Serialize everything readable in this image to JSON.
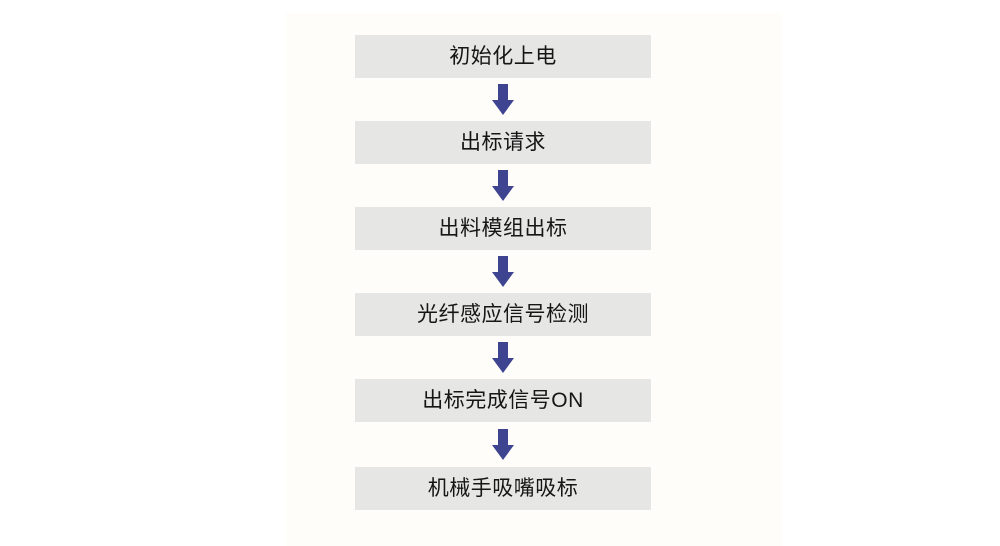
{
  "diagram": {
    "type": "flowchart",
    "orientation": "vertical-top-to-bottom",
    "title": "",
    "panel_background_color": "#fffdf9",
    "page_background_color": "#ffffff",
    "node_fill_color": "#e6e6e5",
    "node_text_color": "#161616",
    "arrow_color": "#3e4490",
    "arrow_icon_name": "down-block-arrow-icon",
    "node_count": 6,
    "arrow_count": 5,
    "nodes": [
      {
        "id": "step-1",
        "label": "初始化上电"
      },
      {
        "id": "step-2",
        "label": "出标请求"
      },
      {
        "id": "step-3",
        "label": "出料模组出标"
      },
      {
        "id": "step-4",
        "label": "光纤感应信号检测"
      },
      {
        "id": "step-5",
        "label": "出标完成信号ON"
      },
      {
        "id": "step-6",
        "label": "机械手吸嘴吸标"
      }
    ],
    "edges": [
      {
        "from": "step-1",
        "to": "step-2"
      },
      {
        "from": "step-2",
        "to": "step-3"
      },
      {
        "from": "step-3",
        "to": "step-4"
      },
      {
        "from": "step-4",
        "to": "step-5"
      },
      {
        "from": "step-5",
        "to": "step-6"
      }
    ]
  }
}
